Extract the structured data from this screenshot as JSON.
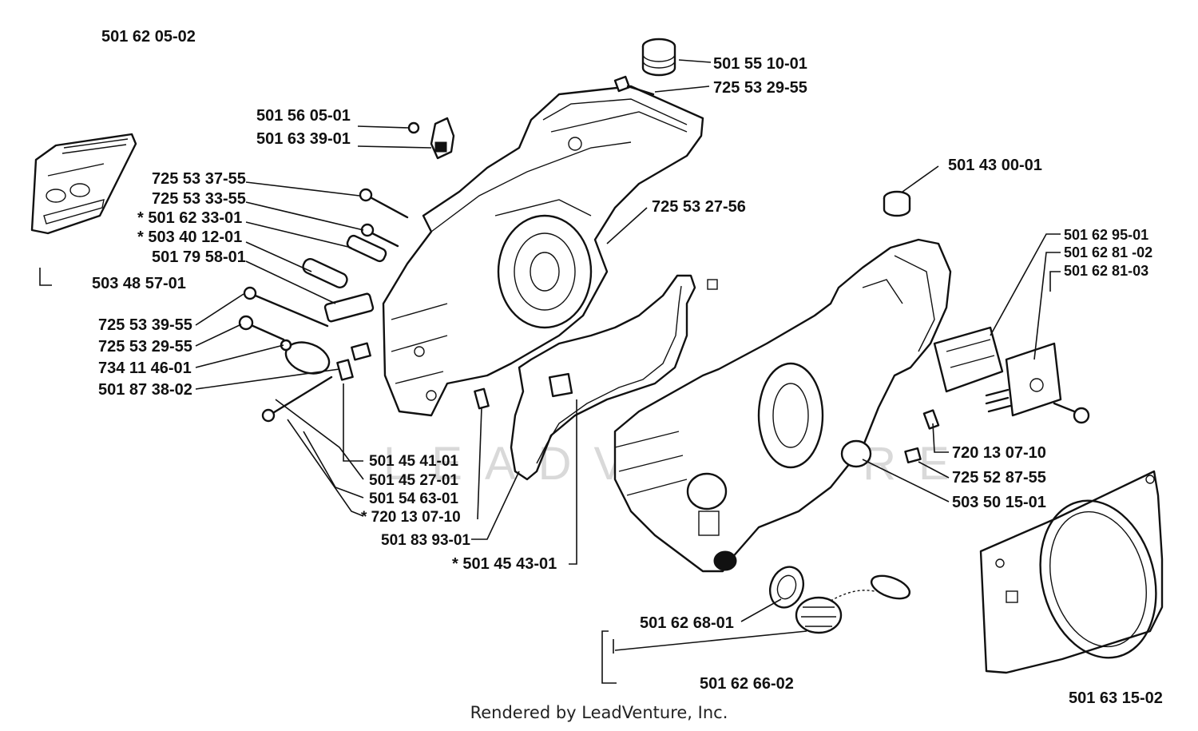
{
  "diagram": {
    "assembly_number": "501 62 05-02",
    "watermark": "LEADVENTURE",
    "footer": "Rendered by LeadVenture, Inc.",
    "callouts": [
      {
        "id": "c1",
        "text": "501 55 10-01"
      },
      {
        "id": "c2",
        "text": "725 53 29-55"
      },
      {
        "id": "c3",
        "text": "501 56 05-01"
      },
      {
        "id": "c4",
        "text": "501 63 39-01"
      },
      {
        "id": "c5",
        "text": "725 53 37-55"
      },
      {
        "id": "c6",
        "text": "725 53 33-55"
      },
      {
        "id": "c7",
        "text": "* 501 62 33-01"
      },
      {
        "id": "c8",
        "text": "* 503 40 12-01"
      },
      {
        "id": "c9",
        "text": "501 79 58-01"
      },
      {
        "id": "c10",
        "text": "503 48 57-01"
      },
      {
        "id": "c11",
        "text": "725 53 27-56"
      },
      {
        "id": "c12",
        "text": "501 43 00-01"
      },
      {
        "id": "c13",
        "text": "501 62 95-01"
      },
      {
        "id": "c14",
        "text": "501 62 81 -02"
      },
      {
        "id": "c15",
        "text": "501 62 81-03"
      },
      {
        "id": "c16",
        "text": "725 53 39-55"
      },
      {
        "id": "c17",
        "text": "725 53 29-55"
      },
      {
        "id": "c18",
        "text": "734 11 46-01"
      },
      {
        "id": "c19",
        "text": "501 87 38-02"
      },
      {
        "id": "c20",
        "text": "501 45 41-01"
      },
      {
        "id": "c21",
        "text": "501 45 27-01"
      },
      {
        "id": "c22",
        "text": "501 54 63-01"
      },
      {
        "id": "c23",
        "text": "* 720 13 07-10"
      },
      {
        "id": "c24",
        "text": "501 83 93-01"
      },
      {
        "id": "c25",
        "text": "* 501 45 43-01"
      },
      {
        "id": "c26",
        "text": "720 13 07-10"
      },
      {
        "id": "c27",
        "text": "725 52 87-55"
      },
      {
        "id": "c28",
        "text": "503 50 15-01"
      },
      {
        "id": "c29",
        "text": "501 62 68-01"
      },
      {
        "id": "c30",
        "text": "501 62 66-02"
      },
      {
        "id": "c31",
        "text": "501 63 15-02"
      }
    ]
  }
}
